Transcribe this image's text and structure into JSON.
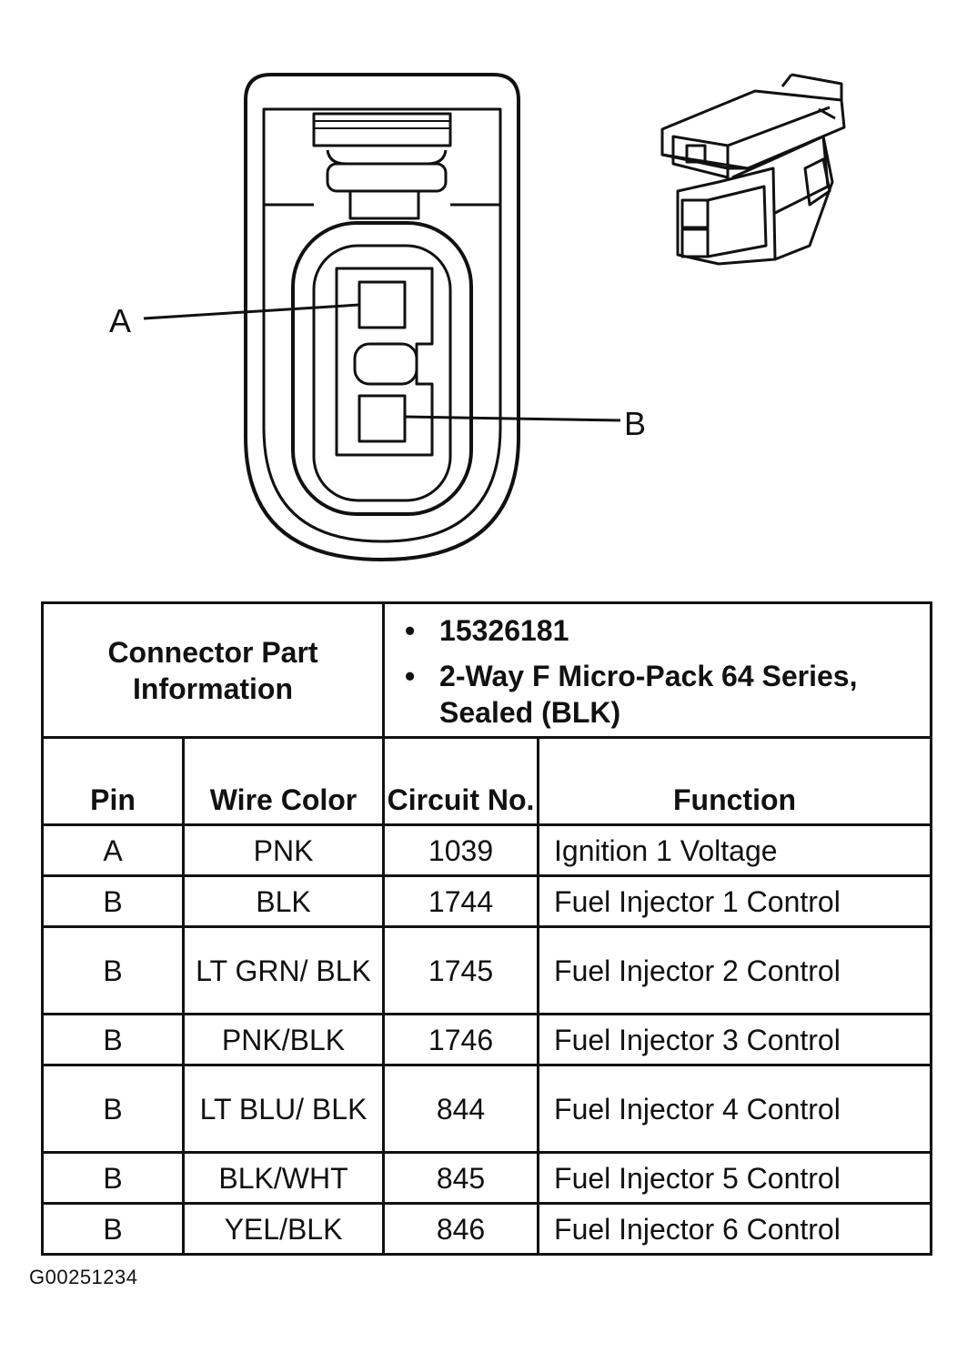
{
  "pin_callouts": {
    "a": "A",
    "b": "B"
  },
  "info": {
    "label": "Connector Part Information",
    "items": [
      "15326181",
      "2-Way F Micro-Pack 64 Series, Sealed (BLK)"
    ],
    "bullet": "•"
  },
  "headers": {
    "pin": "Pin",
    "wire_color": "Wire Color",
    "circuit": "Circuit No.",
    "function": "Function"
  },
  "rows": [
    {
      "pin": "A",
      "wire": "PNK",
      "circuit": "1039",
      "function": "Ignition 1 Voltage"
    },
    {
      "pin": "B",
      "wire": "BLK",
      "circuit": "1744",
      "function": "Fuel Injector 1 Control"
    },
    {
      "pin": "B",
      "wire": "LT GRN/ BLK",
      "circuit": "1745",
      "function": "Fuel Injector 2 Control"
    },
    {
      "pin": "B",
      "wire": "PNK/BLK",
      "circuit": "1746",
      "function": "Fuel Injector 3 Control"
    },
    {
      "pin": "B",
      "wire": "LT BLU/ BLK",
      "circuit": "844",
      "function": "Fuel Injector 4 Control"
    },
    {
      "pin": "B",
      "wire": "BLK/WHT",
      "circuit": "845",
      "function": "Fuel Injector 5 Control"
    },
    {
      "pin": "B",
      "wire": "YEL/BLK",
      "circuit": "846",
      "function": "Fuel Injector 6 Control"
    }
  ],
  "figure_id": "G00251234"
}
